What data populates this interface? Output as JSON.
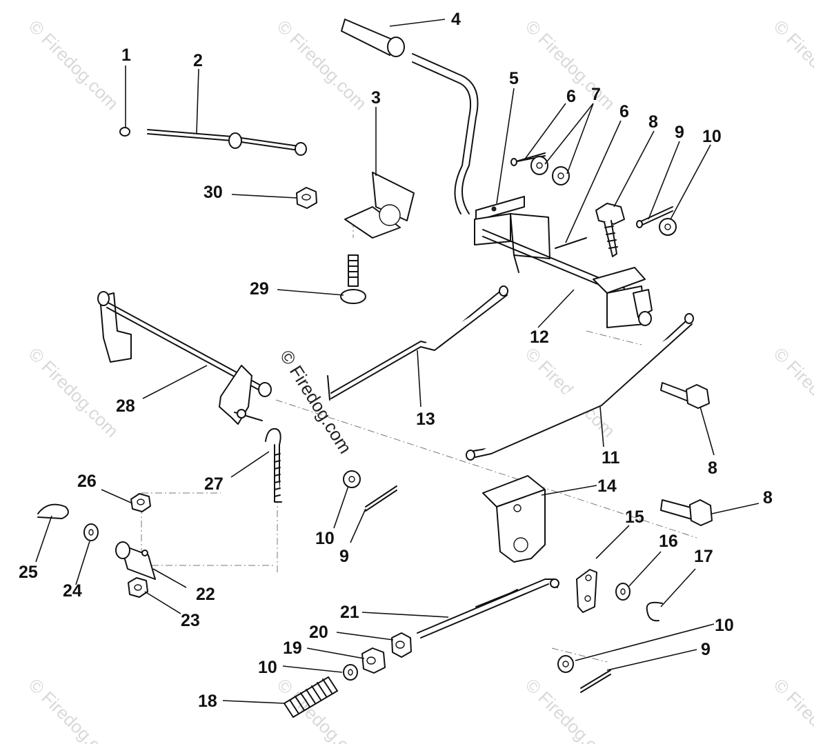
{
  "watermark": {
    "text": "© Firedog.com"
  },
  "callouts": [
    "1",
    "2",
    "3",
    "4",
    "5",
    "6",
    "7",
    "6",
    "8",
    "9",
    "10",
    "30",
    "29",
    "12",
    "13",
    "28",
    "11",
    "8",
    "27",
    "26",
    "14",
    "8",
    "10",
    "9",
    "15",
    "16",
    "17",
    "25",
    "24",
    "22",
    "23",
    "21",
    "10",
    "20",
    "19",
    "10",
    "9",
    "18"
  ]
}
